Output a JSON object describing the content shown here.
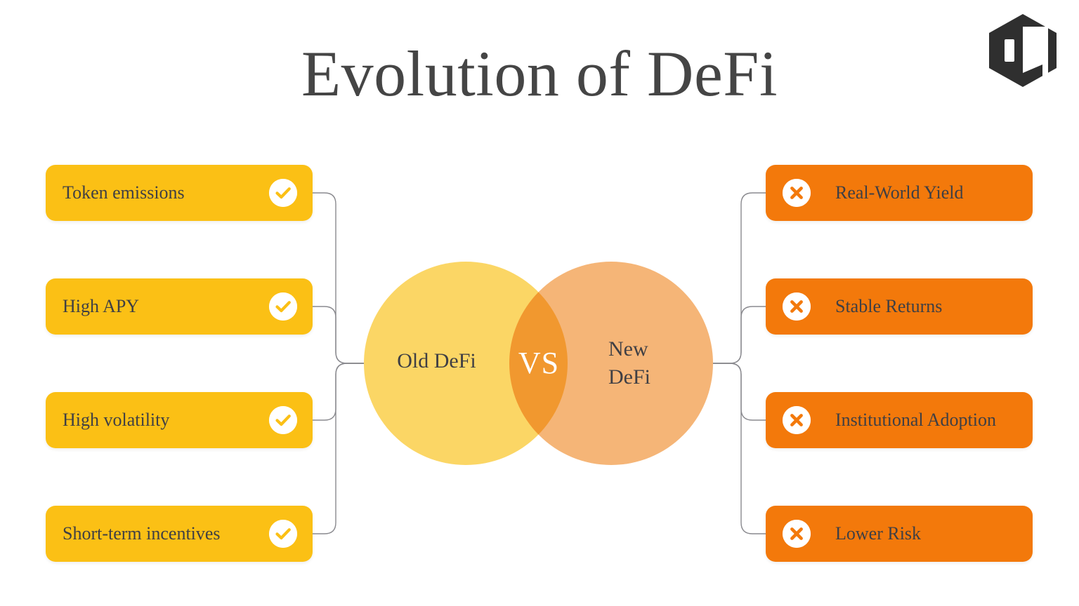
{
  "page": {
    "title": "Evolution of DeFi",
    "background_color": "#ffffff"
  },
  "logo": {
    "name": "hexagon-logo",
    "color": "#2f2f2f"
  },
  "venn": {
    "left_label": "Old DeFi",
    "right_label_line1": "New",
    "right_label_line2": "DeFi",
    "center_label": "VS",
    "left_color": "#fbd665",
    "right_color": "#f4a960",
    "overlap_color": "#f0a233",
    "center_label_color": "#ffffff"
  },
  "left_column": {
    "accent_color": "#fbc015",
    "icon": "check-icon",
    "items": [
      {
        "label": "Token emissions"
      },
      {
        "label": "High APY"
      },
      {
        "label": "High volatility"
      },
      {
        "label": "Short-term incentives"
      }
    ]
  },
  "right_column": {
    "accent_color": "#f3790b",
    "icon": "x-icon",
    "items": [
      {
        "label": "Real-World Yield"
      },
      {
        "label": "Stable Returns"
      },
      {
        "label": "Institutional Adoption"
      },
      {
        "label": "Lower Risk"
      }
    ]
  },
  "connector": {
    "color": "#8a8a8f"
  }
}
